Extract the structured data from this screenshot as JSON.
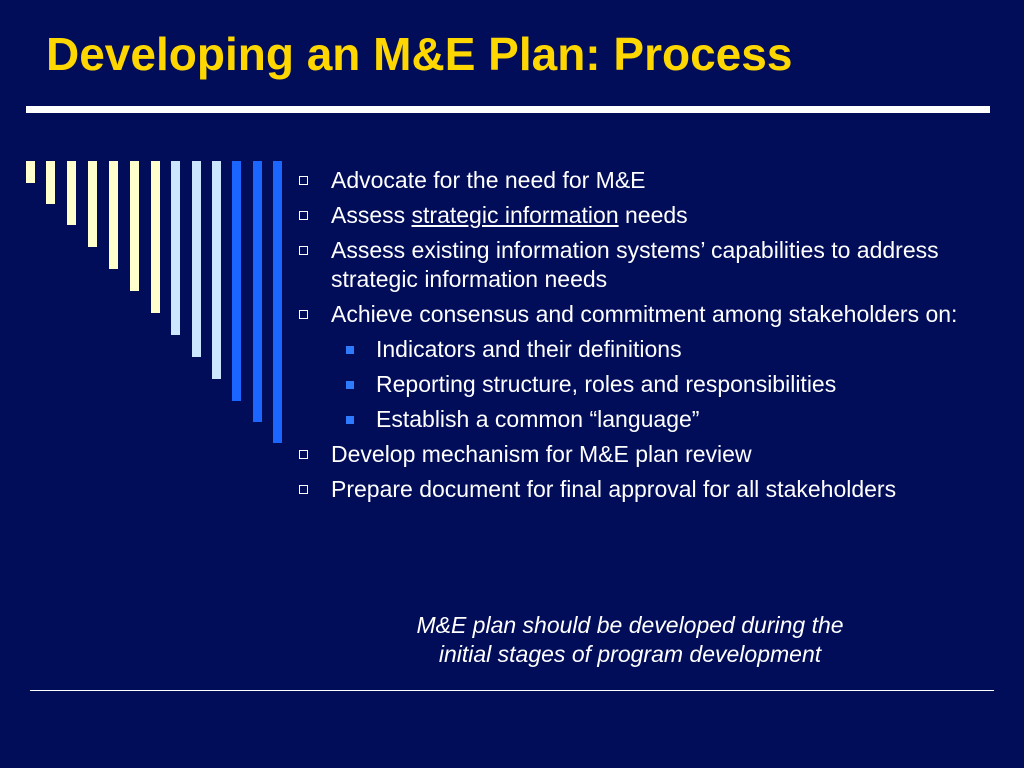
{
  "slide": {
    "title": "Developing an M&E Plan: Process",
    "bullets": [
      {
        "text": "Advocate for the need for M&E"
      },
      {
        "prefix": "Assess ",
        "link": "strategic information",
        "suffix": " needs"
      },
      {
        "text": "Assess existing information systems’ capabilities to address strategic information needs"
      },
      {
        "text": "Achieve consensus and commitment among stakeholders on:",
        "sub": [
          "Indicators and their definitions",
          "Reporting structure, roles and responsibilities",
          "Establish a common “language”"
        ]
      },
      {
        "text": "Develop mechanism for M&E plan review"
      },
      {
        "text": "Prepare document for final approval for all stakeholders"
      }
    ],
    "note_lines": [
      "M&E plan should be developed during the",
      "initial stages of program development"
    ]
  },
  "colors": {
    "background": "#020d5a",
    "title": "#ffd700",
    "text": "#ffffff",
    "bar_pale_yellow": "#ffffcc",
    "bar_pale_blue": "#cce6ff",
    "bar_blue": "#1a66ff",
    "sub_bullet": "#2e7bff"
  }
}
